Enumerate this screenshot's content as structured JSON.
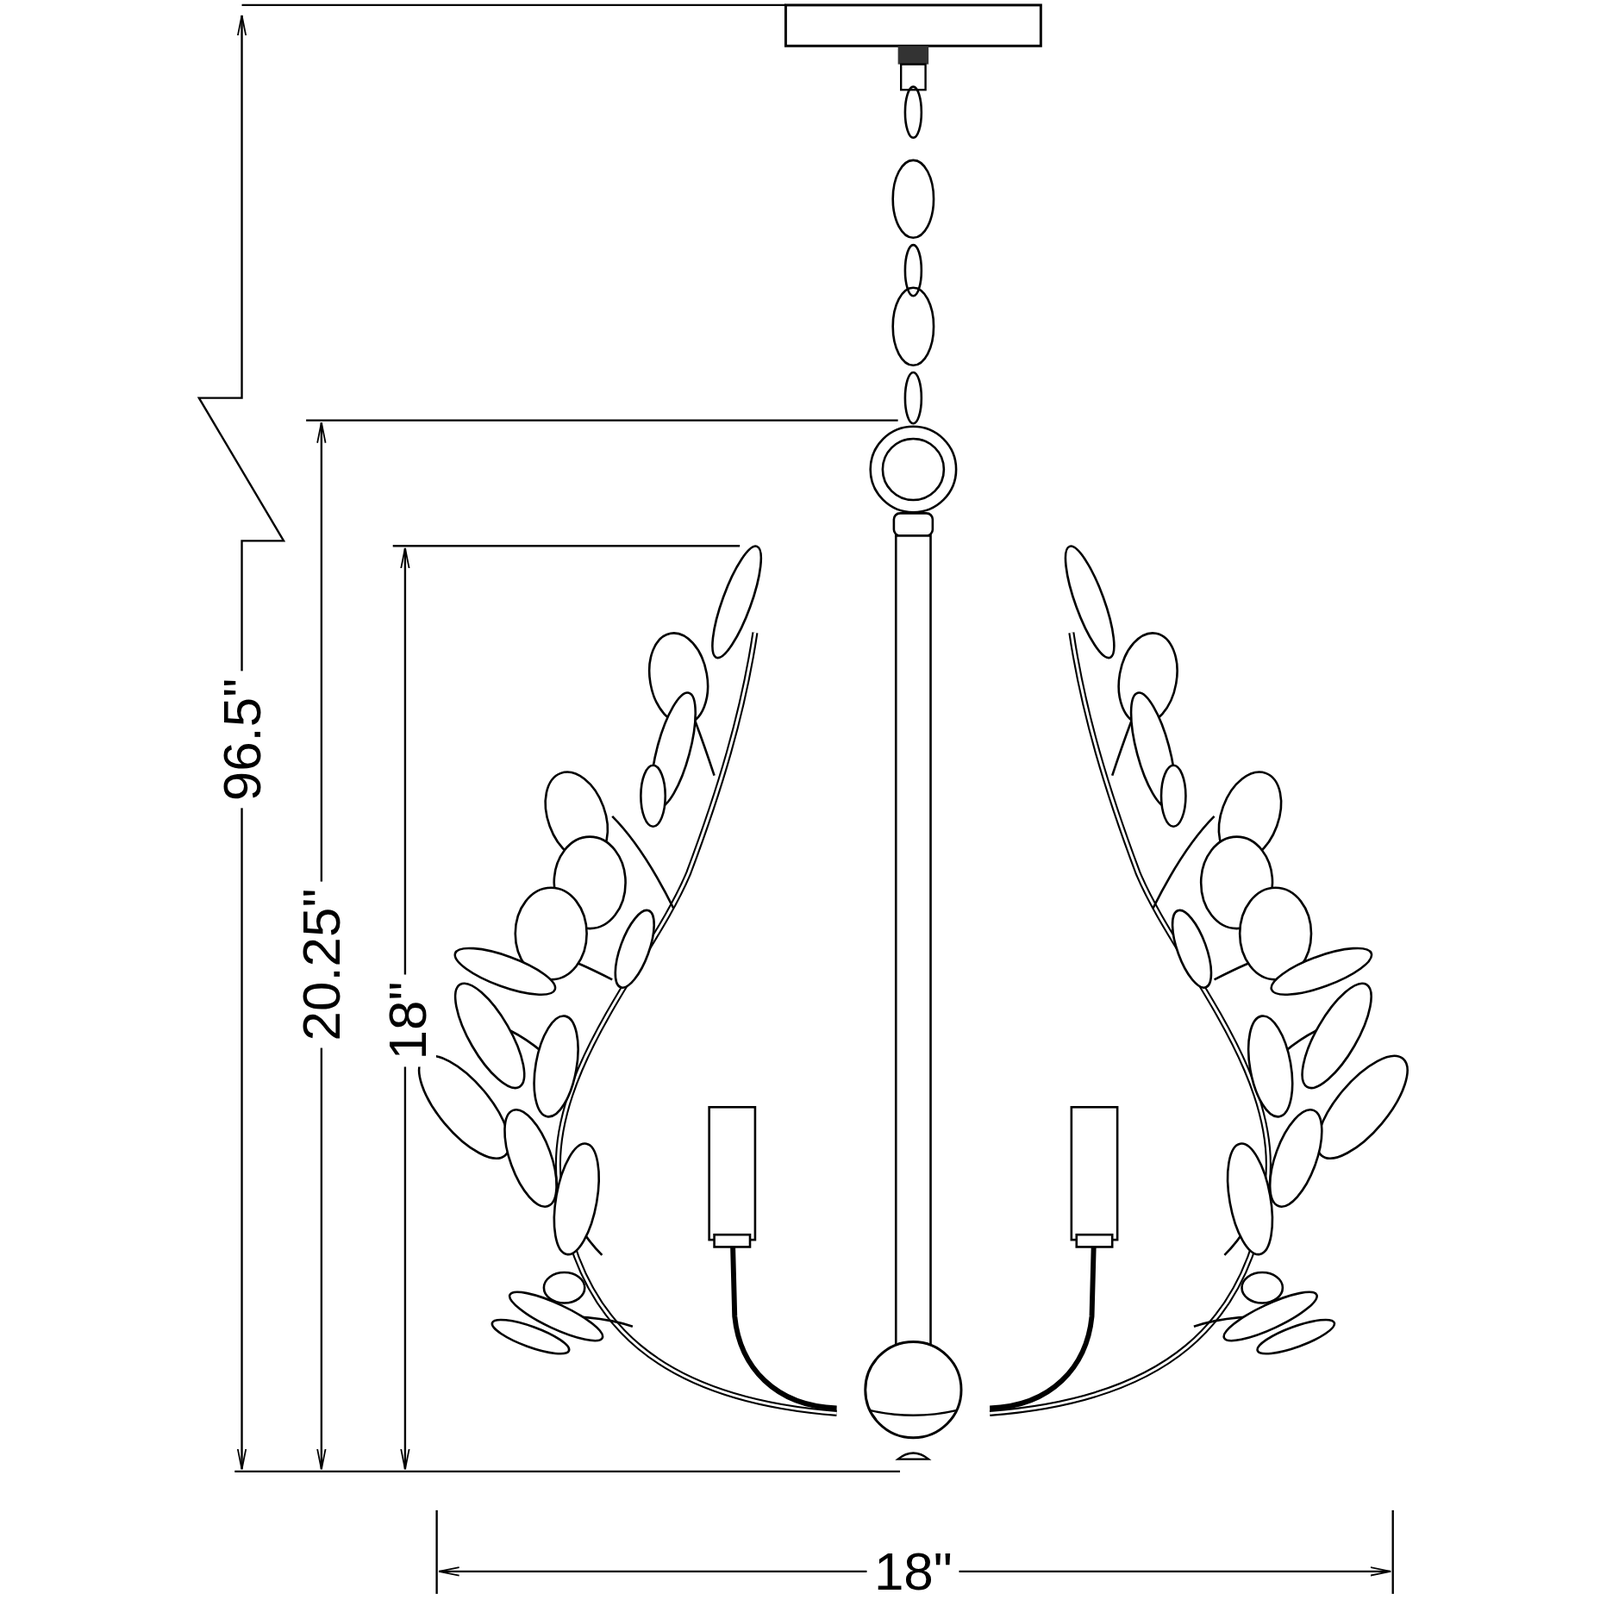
{
  "diagram": {
    "labels": [
      "96.5\"",
      "20.25\"",
      "18\"",
      "18\""
    ]
  }
}
